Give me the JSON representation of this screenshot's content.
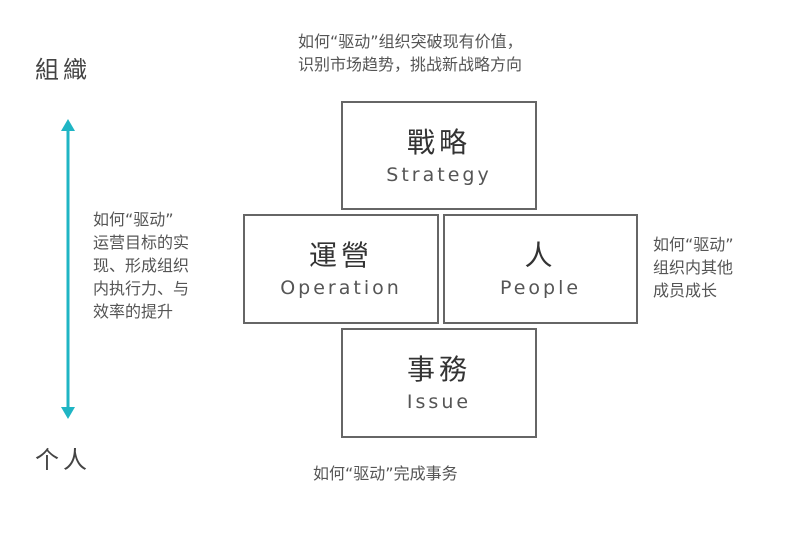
{
  "axis": {
    "top_label": "組織",
    "bottom_label": "个人",
    "color": "#1fb5c4"
  },
  "notes": {
    "top": [
      "如何“驱动”组织突破现有价值，",
      "识别市场趋势，挑战新战略方向"
    ],
    "left": [
      "如何“驱动”",
      "运营目标的实",
      "现、形成组织",
      "内执行力、与",
      "效率的提升"
    ],
    "right": [
      "如何“驱动”",
      "组织内其他",
      "成员成长"
    ],
    "bottom": "如何“驱动”完成事务"
  },
  "boxes": {
    "strategy": {
      "cn": "戰略",
      "en": "Strategy"
    },
    "operation": {
      "cn": "運營",
      "en": "Operation"
    },
    "people": {
      "cn": "人",
      "en": "People"
    },
    "issue": {
      "cn": "事務",
      "en": "Issue"
    }
  }
}
